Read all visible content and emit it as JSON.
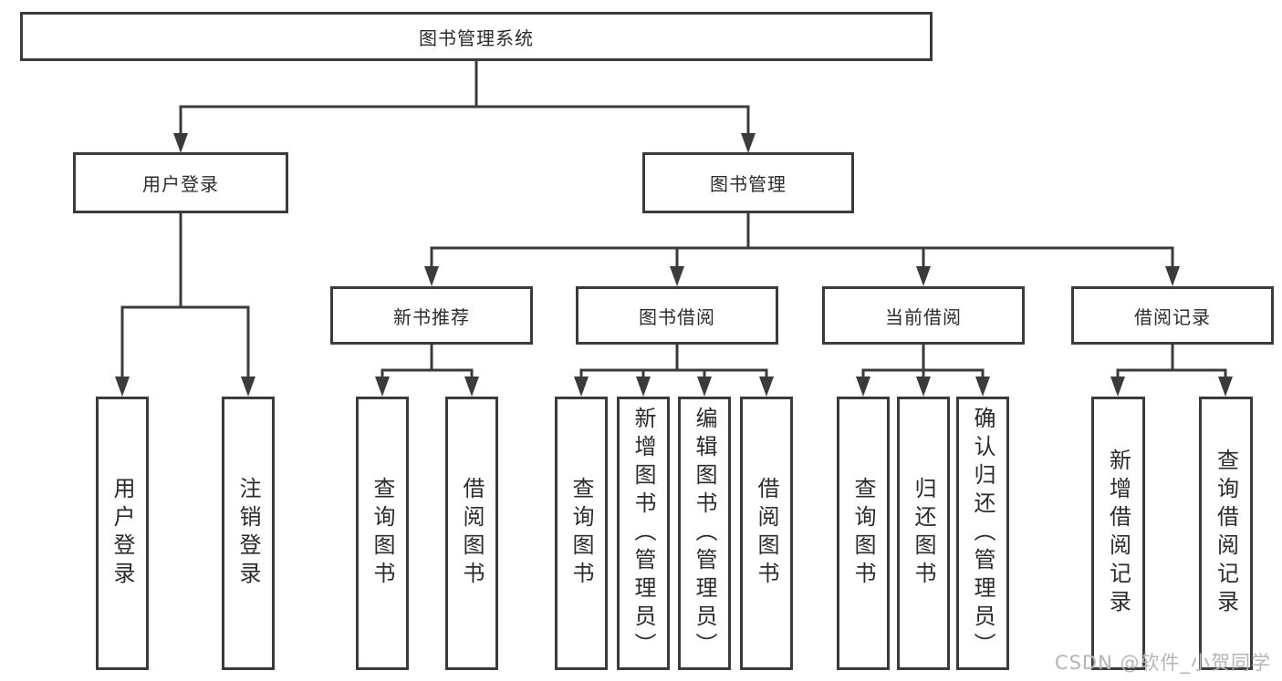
{
  "diagram": {
    "tree": {
      "root": {
        "label": "图书管理系统"
      },
      "branches": [
        {
          "label": "用户登录",
          "children": [
            {
              "label": "用户登录"
            },
            {
              "label": "注销登录"
            }
          ]
        },
        {
          "label": "图书管理",
          "sections": [
            {
              "label": "新书推荐",
              "children": [
                {
                  "label": "查询图书"
                },
                {
                  "label": "借阅图书"
                }
              ]
            },
            {
              "label": "图书借阅",
              "children": [
                {
                  "label": "查询图书"
                },
                {
                  "label": "新增图书（管理员）"
                },
                {
                  "label": "编辑图书（管理员）"
                },
                {
                  "label": "借阅图书"
                }
              ]
            },
            {
              "label": "当前借阅",
              "children": [
                {
                  "label": "查询图书"
                },
                {
                  "label": "归还图书"
                },
                {
                  "label": "确认归还（管理员）"
                }
              ]
            },
            {
              "label": "借阅记录",
              "children": [
                {
                  "label": "新增借阅记录"
                },
                {
                  "label": "查询借阅记录"
                }
              ]
            }
          ]
        }
      ]
    },
    "watermark": "CSDN @软件_小贺同学",
    "colors": {
      "line": "#3b3b3b",
      "text": "#2b2b2b",
      "watermark": "#b5b5b5",
      "background": "#ffffff"
    }
  }
}
